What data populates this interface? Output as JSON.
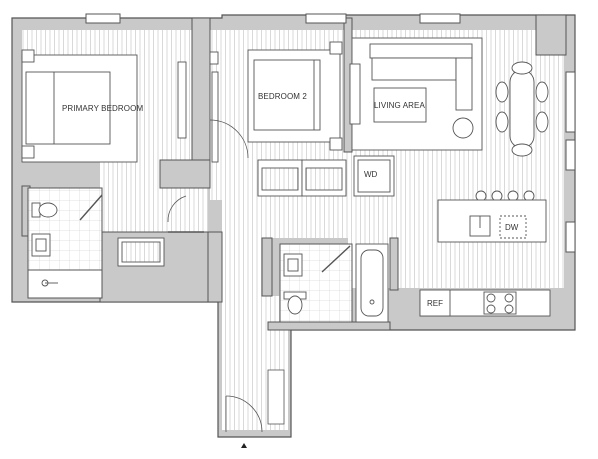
{
  "floorplan": {
    "rooms": {
      "primary_bedroom": "PRIMARY BEDROOM",
      "bedroom_2": "BEDROOM 2",
      "living_area": "LIVING AREA"
    },
    "appliances": {
      "washer_dryer": "WD",
      "dishwasher": "DW",
      "refrigerator": "REF"
    },
    "entry_marker": "north-arrow-triangle",
    "colors": {
      "wall": "#c9c9c9",
      "wall_outline": "#555555",
      "floor": "#ffffff",
      "floor_stripe": "#d0d0d0",
      "fixture_stroke": "#555555",
      "text": "#333333"
    },
    "icons": [
      "bed-icon",
      "sofa-icon",
      "dining-table-icon",
      "toilet-icon",
      "sink-icon",
      "bathtub-icon",
      "cooktop-icon",
      "door-swing-icon",
      "closet-icon"
    ]
  }
}
